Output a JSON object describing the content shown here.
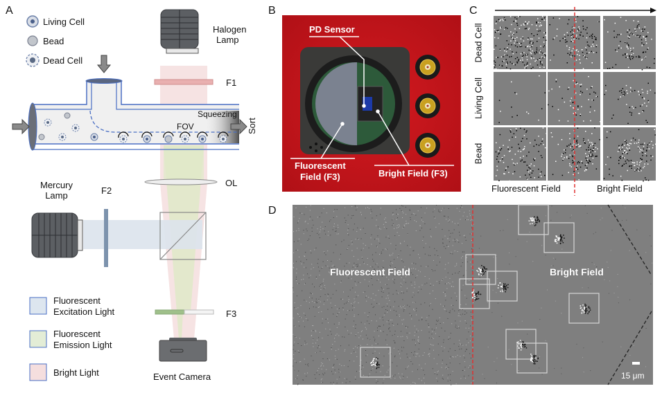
{
  "panels": {
    "A": {
      "label": "A",
      "legend_particles": [
        {
          "name": "living-cell",
          "label": "Living Cell"
        },
        {
          "name": "bead",
          "label": "Bead"
        },
        {
          "name": "dead-cell",
          "label": "Dead Cell"
        }
      ],
      "halogen_lamp": "Halogen\nLamp",
      "halogen_lamp_lines": [
        "Halogen",
        "Lamp"
      ],
      "f1": "F1",
      "squeezing": "Squeezing",
      "fov": "FOV",
      "sort": "Sort",
      "mercury_lamp_lines": [
        "Mercury",
        "Lamp"
      ],
      "f2": "F2",
      "ol": "OL",
      "f3": "F3",
      "event_camera": "Event Camera",
      "light_legend": [
        {
          "name": "fluorescent-excitation-light",
          "lines": [
            "Fluorescent",
            "Excitation Light"
          ],
          "color": "#dde6ef"
        },
        {
          "name": "fluorescent-emission-light",
          "lines": [
            "Fluorescent",
            "Emission Light"
          ],
          "color": "#e3edd6"
        },
        {
          "name": "bright-light",
          "lines": [
            "Bright Light"
          ],
          "color": "#f5dede"
        }
      ]
    },
    "B": {
      "label": "B",
      "pd_sensor": "PD Sensor",
      "fluorescent_field_lines": [
        "Fluorescent",
        "Field (F3)"
      ],
      "bright_field": "Bright Field (F3)"
    },
    "C": {
      "label": "C",
      "rows": [
        "Dead Cell",
        "Living Cell",
        "Bead"
      ],
      "fluorescent_field": "Fluorescent Field",
      "bright_field": "Bright Field"
    },
    "D": {
      "label": "D",
      "fluorescent_field": "Fluorescent Field",
      "bright_field": "Bright Field",
      "scale_bar": "15 μm"
    }
  },
  "colors": {
    "channel_blue": "#4a6fc4",
    "red_dashed": "#e03030",
    "event_gray": "#7f7f7f",
    "panel_b_red": "#c8141c"
  }
}
